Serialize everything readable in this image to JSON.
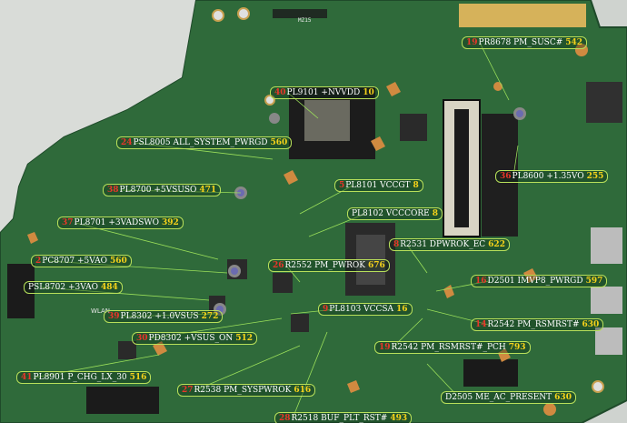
{
  "board": {
    "colors": {
      "pcb": "#2f6a3a",
      "pcb_dark": "#1f4a2a",
      "pad": "#d08a40",
      "chip": "#2a2a2a",
      "slot": "#dcd8c8",
      "outline": "#b8e05a"
    },
    "silkscreen": "MZ15",
    "port_label": "WLAN"
  },
  "labels": [
    {
      "num": "19",
      "text": "PR8678 PM_SUSC#",
      "val": "542"
    },
    {
      "num": "40",
      "text": "PL9101 +NVVDD",
      "val": "10"
    },
    {
      "num": "24",
      "text": "PSL8005 ALL_SYSTEM_PWRGD",
      "val": "560"
    },
    {
      "num": "36",
      "text": "PL8600 +1.35VO",
      "val": "255"
    },
    {
      "num": "38",
      "text": "PL8700 +5VSUSO",
      "val": "471"
    },
    {
      "num": "5",
      "text": "PL8101 VCCGT",
      "val": "8"
    },
    {
      "num": "",
      "text": "PL8102 VCCCORE",
      "val": "8"
    },
    {
      "num": "37",
      "text": "PL8701 +3VADSWO",
      "val": "392"
    },
    {
      "num": "8",
      "text": "R2531 DPWROK_EC",
      "val": "622"
    },
    {
      "num": "2",
      "text": "PC8707 +5VAO",
      "val": "560"
    },
    {
      "num": "26",
      "text": "R2552 PM_PWROK",
      "val": "676"
    },
    {
      "num": "",
      "text": "PSL8702 +3VAO",
      "val": "484"
    },
    {
      "num": "16",
      "text": "D2501 IMVP8_PWRGD",
      "val": "597"
    },
    {
      "num": "39",
      "text": "PL8302 +1.0VSUS",
      "val": "272"
    },
    {
      "num": "9",
      "text": "PL8103 VCCSA",
      "val": "16"
    },
    {
      "num": "14",
      "text": "R2542 PM_RSMRST#",
      "val": "630"
    },
    {
      "num": "30",
      "text": "PD8302 +VSUS_ON",
      "val": "512"
    },
    {
      "num": "19",
      "text": "R2542 PM_RSMRST#_PCH",
      "val": "793"
    },
    {
      "num": "41",
      "text": "PL8901 P_CHG_LX_30",
      "val": "516"
    },
    {
      "num": "27",
      "text": "R2538 PM_SYSPWROK",
      "val": "616"
    },
    {
      "num": "",
      "text": "D2505 ME_AC_PRESENT",
      "val": "630"
    },
    {
      "num": "28",
      "text": "R2518 BUF_PLT_RST#",
      "val": "493"
    }
  ]
}
